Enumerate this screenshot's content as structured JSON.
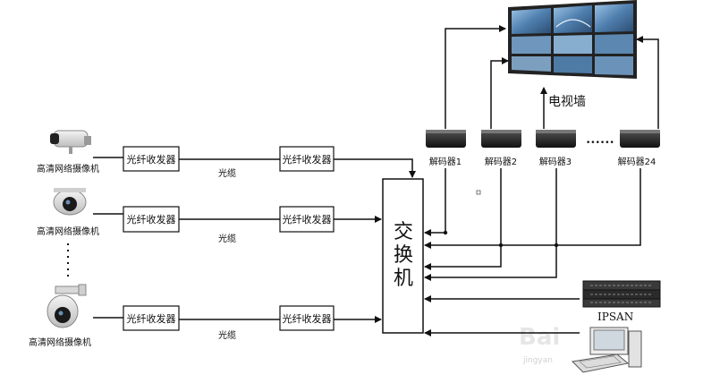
{
  "cameras": [
    {
      "label": "高清网络摄像机",
      "type": "bullet"
    },
    {
      "label": "高清网络摄像机",
      "type": "dome"
    },
    {
      "label": "高清网络摄像机",
      "type": "ptz"
    }
  ],
  "transceiver_label": "光纤收发器",
  "cable_label": "光缆",
  "switch_label": [
    "交",
    "换",
    "机"
  ],
  "decoders": [
    {
      "label": "解码器1"
    },
    {
      "label": "解码器2"
    },
    {
      "label": "解码器3"
    },
    {
      "label": "解码器24"
    }
  ],
  "decoder_ellipsis": "••••••",
  "video_wall_label": "电视墙",
  "storage_label": "IPSAN",
  "watermark": {
    "main": "Bai",
    "sub": "jingyan"
  },
  "colors": {
    "line": "#111111",
    "box_border": "#111111",
    "wall_bezel": "#2a2a2a",
    "wall_screen": "#5b86b0"
  }
}
